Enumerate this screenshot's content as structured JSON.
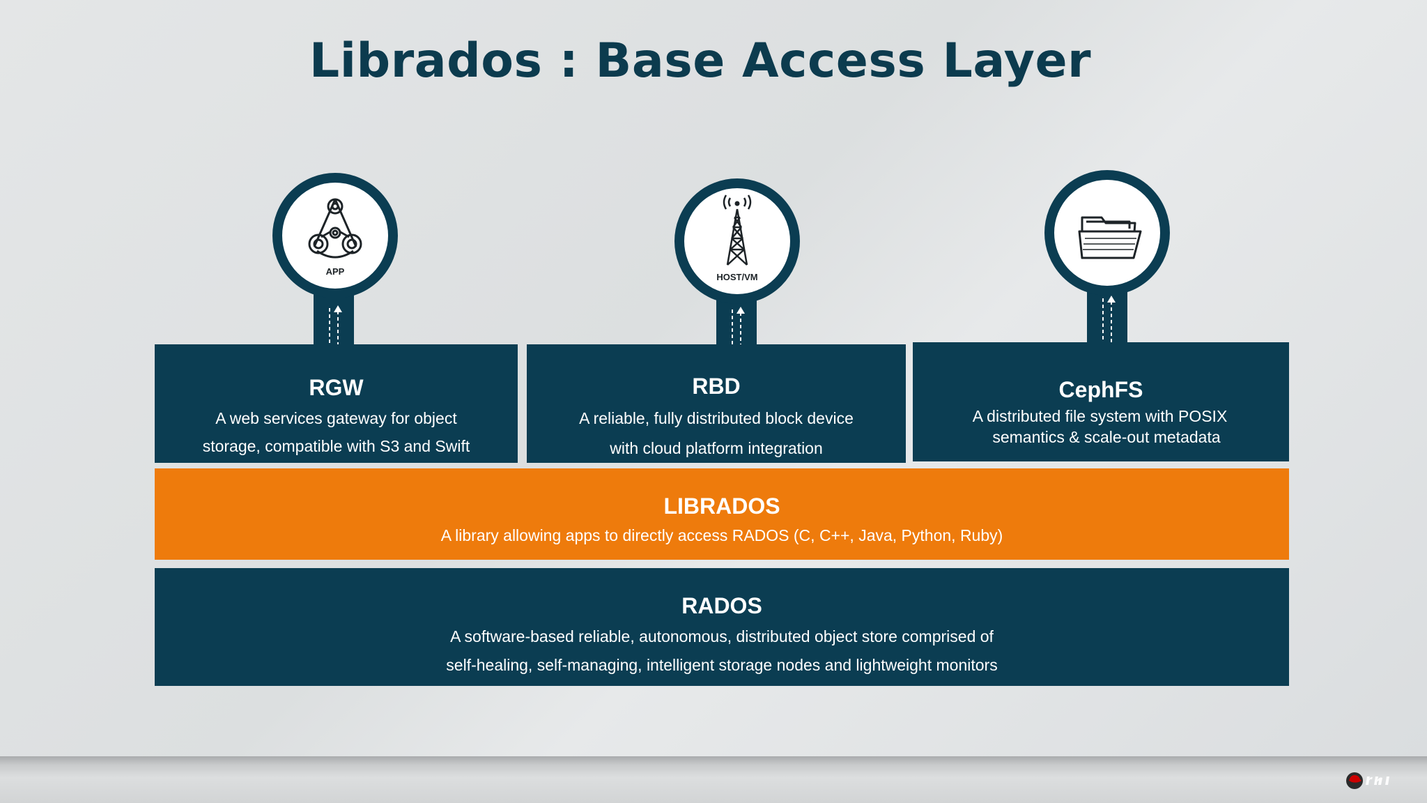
{
  "title": "Librados : Base Access Layer",
  "components": [
    {
      "icon": "app-icon",
      "icon_label": "APP",
      "name": "RGW",
      "desc_line1": "A web services gateway for object",
      "desc_line2": "storage, compatible with S3 and Swift"
    },
    {
      "icon": "tower-icon",
      "icon_label": "HOST/VM",
      "name": "RBD",
      "desc_line1": "A reliable, fully distributed block device",
      "desc_line2": "with cloud platform integration"
    },
    {
      "icon": "folder-icon",
      "icon_label": "",
      "name": "CephFS",
      "desc_line1": "A distributed file system with POSIX",
      "desc_line2": "semantics & scale-out metadata"
    }
  ],
  "librados": {
    "name": "LIBRADOS",
    "desc": "A library allowing apps to directly access RADOS (C, C++, Java, Python, Ruby)"
  },
  "rados": {
    "name": "RADOS",
    "desc_line1": "A software-based reliable, autonomous, distributed object store comprised of",
    "desc_line2": "self-healing, self-managing, intelligent storage nodes and lightweight monitors"
  },
  "footer": {
    "logo": "redhat"
  },
  "colors": {
    "navy": "#0b3d52",
    "orange": "#ee7b0c",
    "title": "#0c3b4e",
    "background": "#dfe1e2"
  }
}
